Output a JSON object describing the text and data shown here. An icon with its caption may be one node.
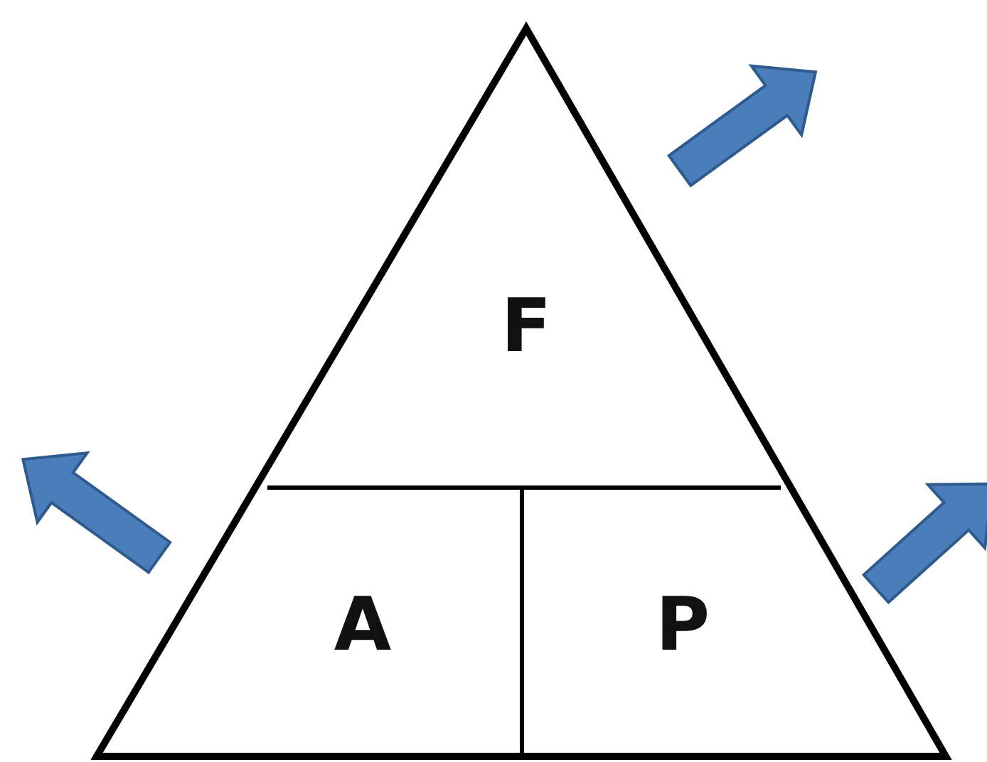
{
  "diagram": {
    "nodes": [
      {
        "text": [
          "F"
        ]
      },
      {
        "text": [
          "A"
        ]
      },
      {
        "text": [
          "P"
        ]
      }
    ]
  }
}
